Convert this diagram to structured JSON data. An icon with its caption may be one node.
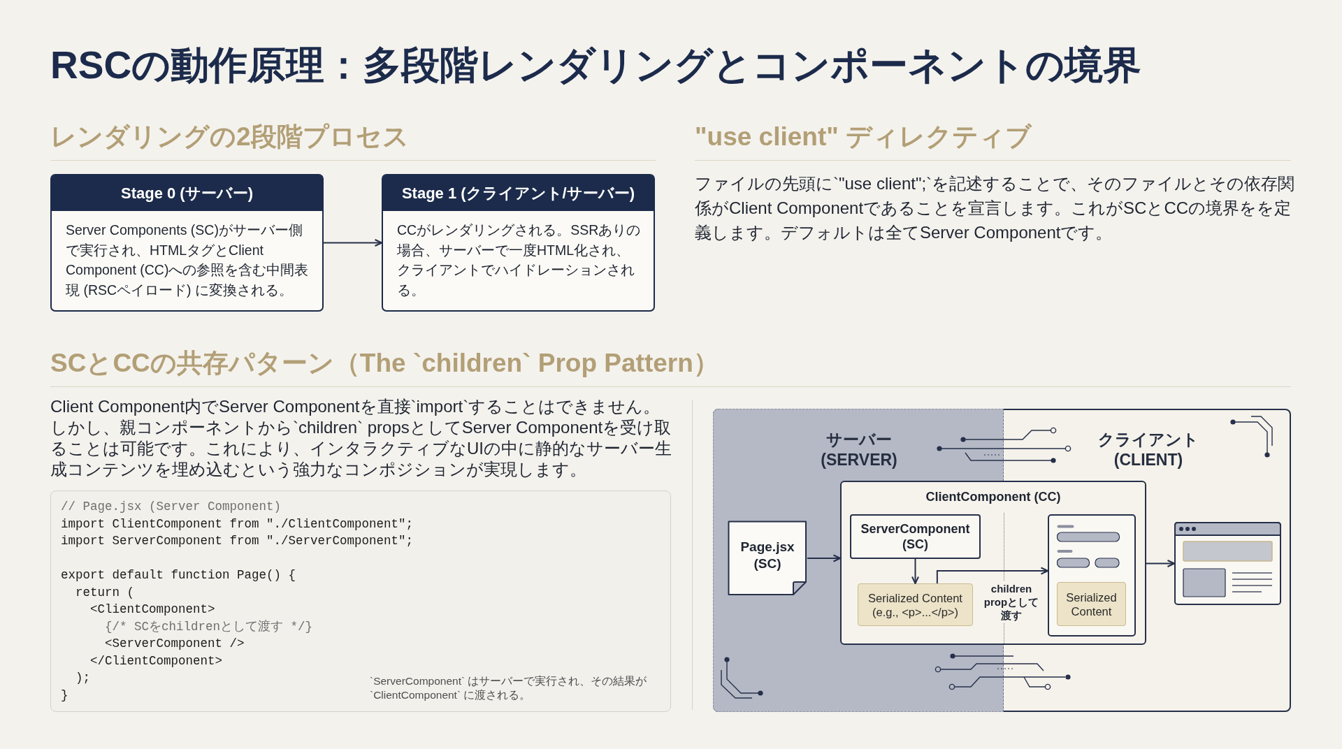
{
  "diagram": {
    "title": "RSCの動作原理：多段階レンダリングとコンポーネントの境界",
    "nodes": [
      {
        "text": [
          "Stage 0 (サーバー)",
          "Server Components (SC)がサーバー側で実行され、HTMLタグとClient Component (CC)への参照を含む中間表現 (RSCペイロード) に変換される。"
        ]
      },
      {
        "text": [
          "Stage 1 (クライアント/サーバー)",
          "CCがレンダリングされる。SSRありの場合、サーバーで一度HTML化され、クライアントでハイドレーションされる。"
        ]
      },
      {
        "text": [
          "// Page.jsx (Server Component)",
          "import ClientComponent from \"./ClientComponent\";",
          "import ServerComponent from \"./ServerComponent\";",
          "export default function Page() {",
          "  return (",
          "    <ClientComponent>",
          "      {/* SCをchildrenとして渡す */}",
          "      <ServerComponent />",
          "    </ClientComponent>",
          "  );",
          "}",
          "`ServerComponent` はサーバーで実行され、その結果が`ClientComponent` に渡される。"
        ]
      },
      {
        "text": [
          "サーバー (SERVER)",
          "クライアント (CLIENT)"
        ]
      },
      {
        "text": [
          "Page.jsx (SC)"
        ],
        "in": 3
      },
      {
        "text": [
          "ClientComponent (CC)"
        ],
        "in": 3
      },
      {
        "text": [
          "ServerComponent (SC)"
        ],
        "in": 5
      },
      {
        "text": [
          "Serialized Content (e.g., <p>...</p>)"
        ],
        "in": 5
      },
      {
        "text": [],
        "shape": "box",
        "in": 5
      },
      {
        "text": [
          "Serialized Content"
        ],
        "in": 8
      },
      {
        "text": [],
        "shape": "picture",
        "in": 3
      }
    ],
    "edges": [
      {
        "from": 0,
        "to": 1,
        "arrow": "to"
      },
      {
        "from": 4,
        "to": 5,
        "arrow": "to"
      },
      {
        "from": 6,
        "to": 7,
        "arrow": "to"
      },
      {
        "from": 7,
        "to": 8,
        "arrow": "to",
        "label": "children propとして渡す"
      },
      {
        "from": 5,
        "to": 10,
        "arrow": "to"
      }
    ],
    "labels": [
      "レンダリングの2段階プロセス",
      "\"use client\" ディレクティブ",
      "ファイルの先頭に`\"use client\";`を記述することで、そのファイルとその依存関係がClient Componentであることを宣言します。これがSCとCCの境界をを定義します。デフォルトは全てServer Componentです。",
      "SCとCCの共存パターン（The `children` Prop Pattern）",
      "Client Component内でServer Componentを直接`import`することはできません。しかし、親コンポーネントから`children` propsとしてServer Componentを受け取ることは可能です。これにより、インタラクティブなUIの中に静的なサーバー生成コンテンツを埋め込むという強力なコンポジションが実現します。"
    ]
  }
}
